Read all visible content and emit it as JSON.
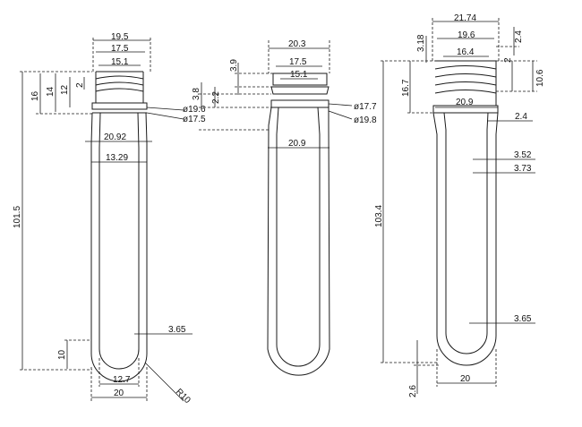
{
  "drawing": {
    "left_preform": {
      "neck_width_top": "19.5",
      "neck_width_mid": "17.5",
      "neck_width_inner": "15.1",
      "thread_height": "16",
      "thread_mid": "14",
      "thread_lower": "12",
      "thread_small": "2",
      "support_ring_dia_1": "ø19.6",
      "support_ring_dia_2": "ø17.5",
      "body_width_top": "20.92",
      "bore_width": "13.29",
      "total_length": "101.5",
      "wall_thickness_bottom": "3.65",
      "bottom_radius_height": "10",
      "bottom_inner_width": "12.7",
      "bottom_outer_width": "20",
      "bottom_radius": "R10"
    },
    "middle_preform": {
      "neck_outer": "20.3",
      "neck_mid": "17.5",
      "neck_inner": "15.1",
      "lip_height": "3.9",
      "ring_height_1": "3.8",
      "ring_height_2": "2.2",
      "ring_dia_1": "ø17.7",
      "ring_dia_2": "ø19.8",
      "body_width": "20.9"
    },
    "right_preform": {
      "neck_outer": "21.74",
      "neck_mid": "19.6",
      "neck_inner": "16.4",
      "top_height": "3.18",
      "top_right_height": "2.4",
      "thread_height": "16.7",
      "thread_small": "2",
      "neck_total_height": "10.6",
      "body_width": "20.9",
      "wall_top": "2.4",
      "wall_mid_1": "3.52",
      "wall_mid_2": "3.73",
      "total_length": "103.4",
      "wall_bottom": "3.65",
      "bottom_offset": "2.6",
      "bottom_width": "20"
    }
  }
}
